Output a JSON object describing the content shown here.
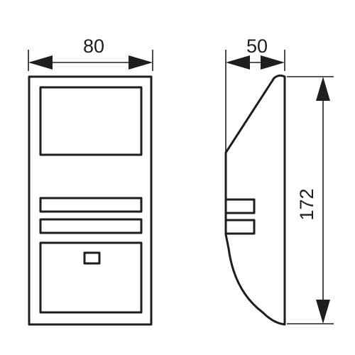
{
  "dimensions": {
    "front_width": "80",
    "side_depth": "50",
    "height": "172"
  },
  "colors": {
    "line": "#1e1e1e",
    "background": "#ffffff"
  }
}
